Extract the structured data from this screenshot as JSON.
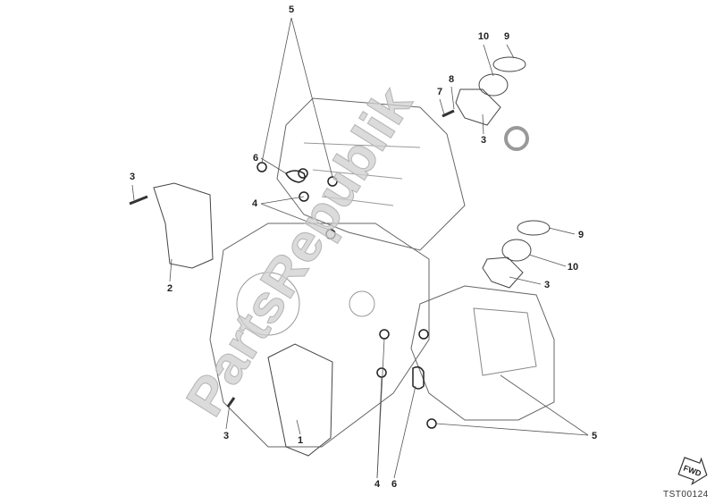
{
  "diagram": {
    "watermark": "PartsRepublik",
    "drawing_code": "TST00124",
    "fwd_label": "FWD",
    "callouts": [
      "5",
      "10",
      "9",
      "8",
      "7",
      "3",
      "6",
      "3",
      "4",
      "9",
      "10",
      "3",
      "2",
      "3",
      "1",
      "4",
      "6",
      "5"
    ],
    "line_color": "#555555",
    "watermark_color": "#cfcfcf"
  }
}
